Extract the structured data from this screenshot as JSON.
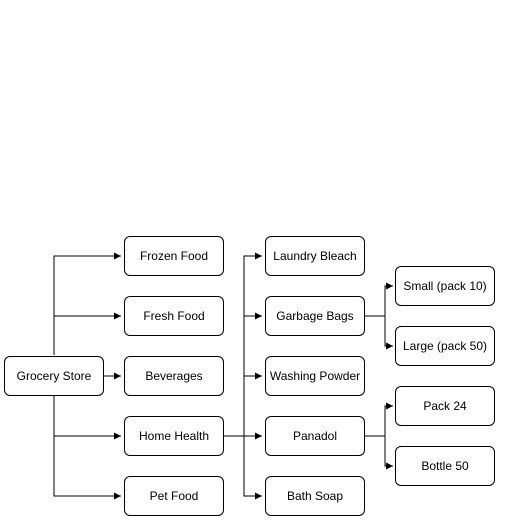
{
  "diagram": {
    "root": "Grocery Store",
    "level1": {
      "frozen_food": "Frozen Food",
      "fresh_food": "Fresh Food",
      "beverages": "Beverages",
      "home_health": "Home Health",
      "pet_food": "Pet Food"
    },
    "level2": {
      "laundry_bleach": "Laundry Bleach",
      "garbage_bags": "Garbage Bags",
      "washing_powder": "Washing Powder",
      "panadol": "Panadol",
      "bath_soap": "Bath Soap"
    },
    "level3": {
      "small_pack_10": "Small (pack 10)",
      "large_pack_50": "Large (pack 50)",
      "pack_24": "Pack 24",
      "bottle_50": "Bottle 50"
    }
  }
}
